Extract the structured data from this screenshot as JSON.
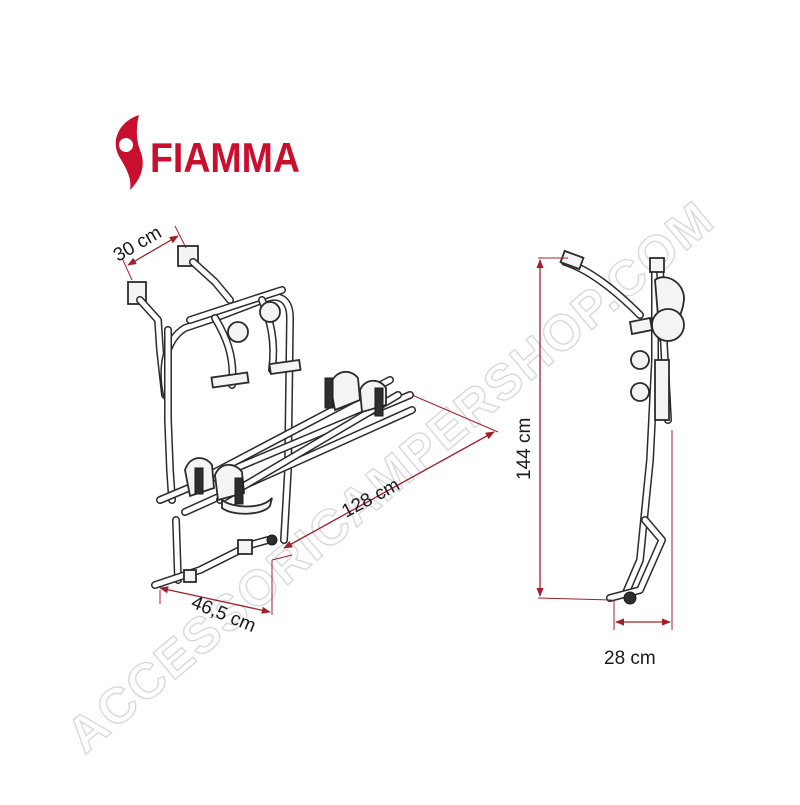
{
  "brand": {
    "name": "FIAMMA",
    "color": "#c8102e"
  },
  "watermark": "ACCESSORICAMPERSHOP.COM",
  "dimensions": {
    "width_top": "30 cm",
    "length": "128 cm",
    "depth": "46,5 cm",
    "height": "144 cm",
    "side_depth": "28 cm"
  },
  "colors": {
    "dimension_line": "#a0202a",
    "line_art": "#2b2b2b"
  }
}
